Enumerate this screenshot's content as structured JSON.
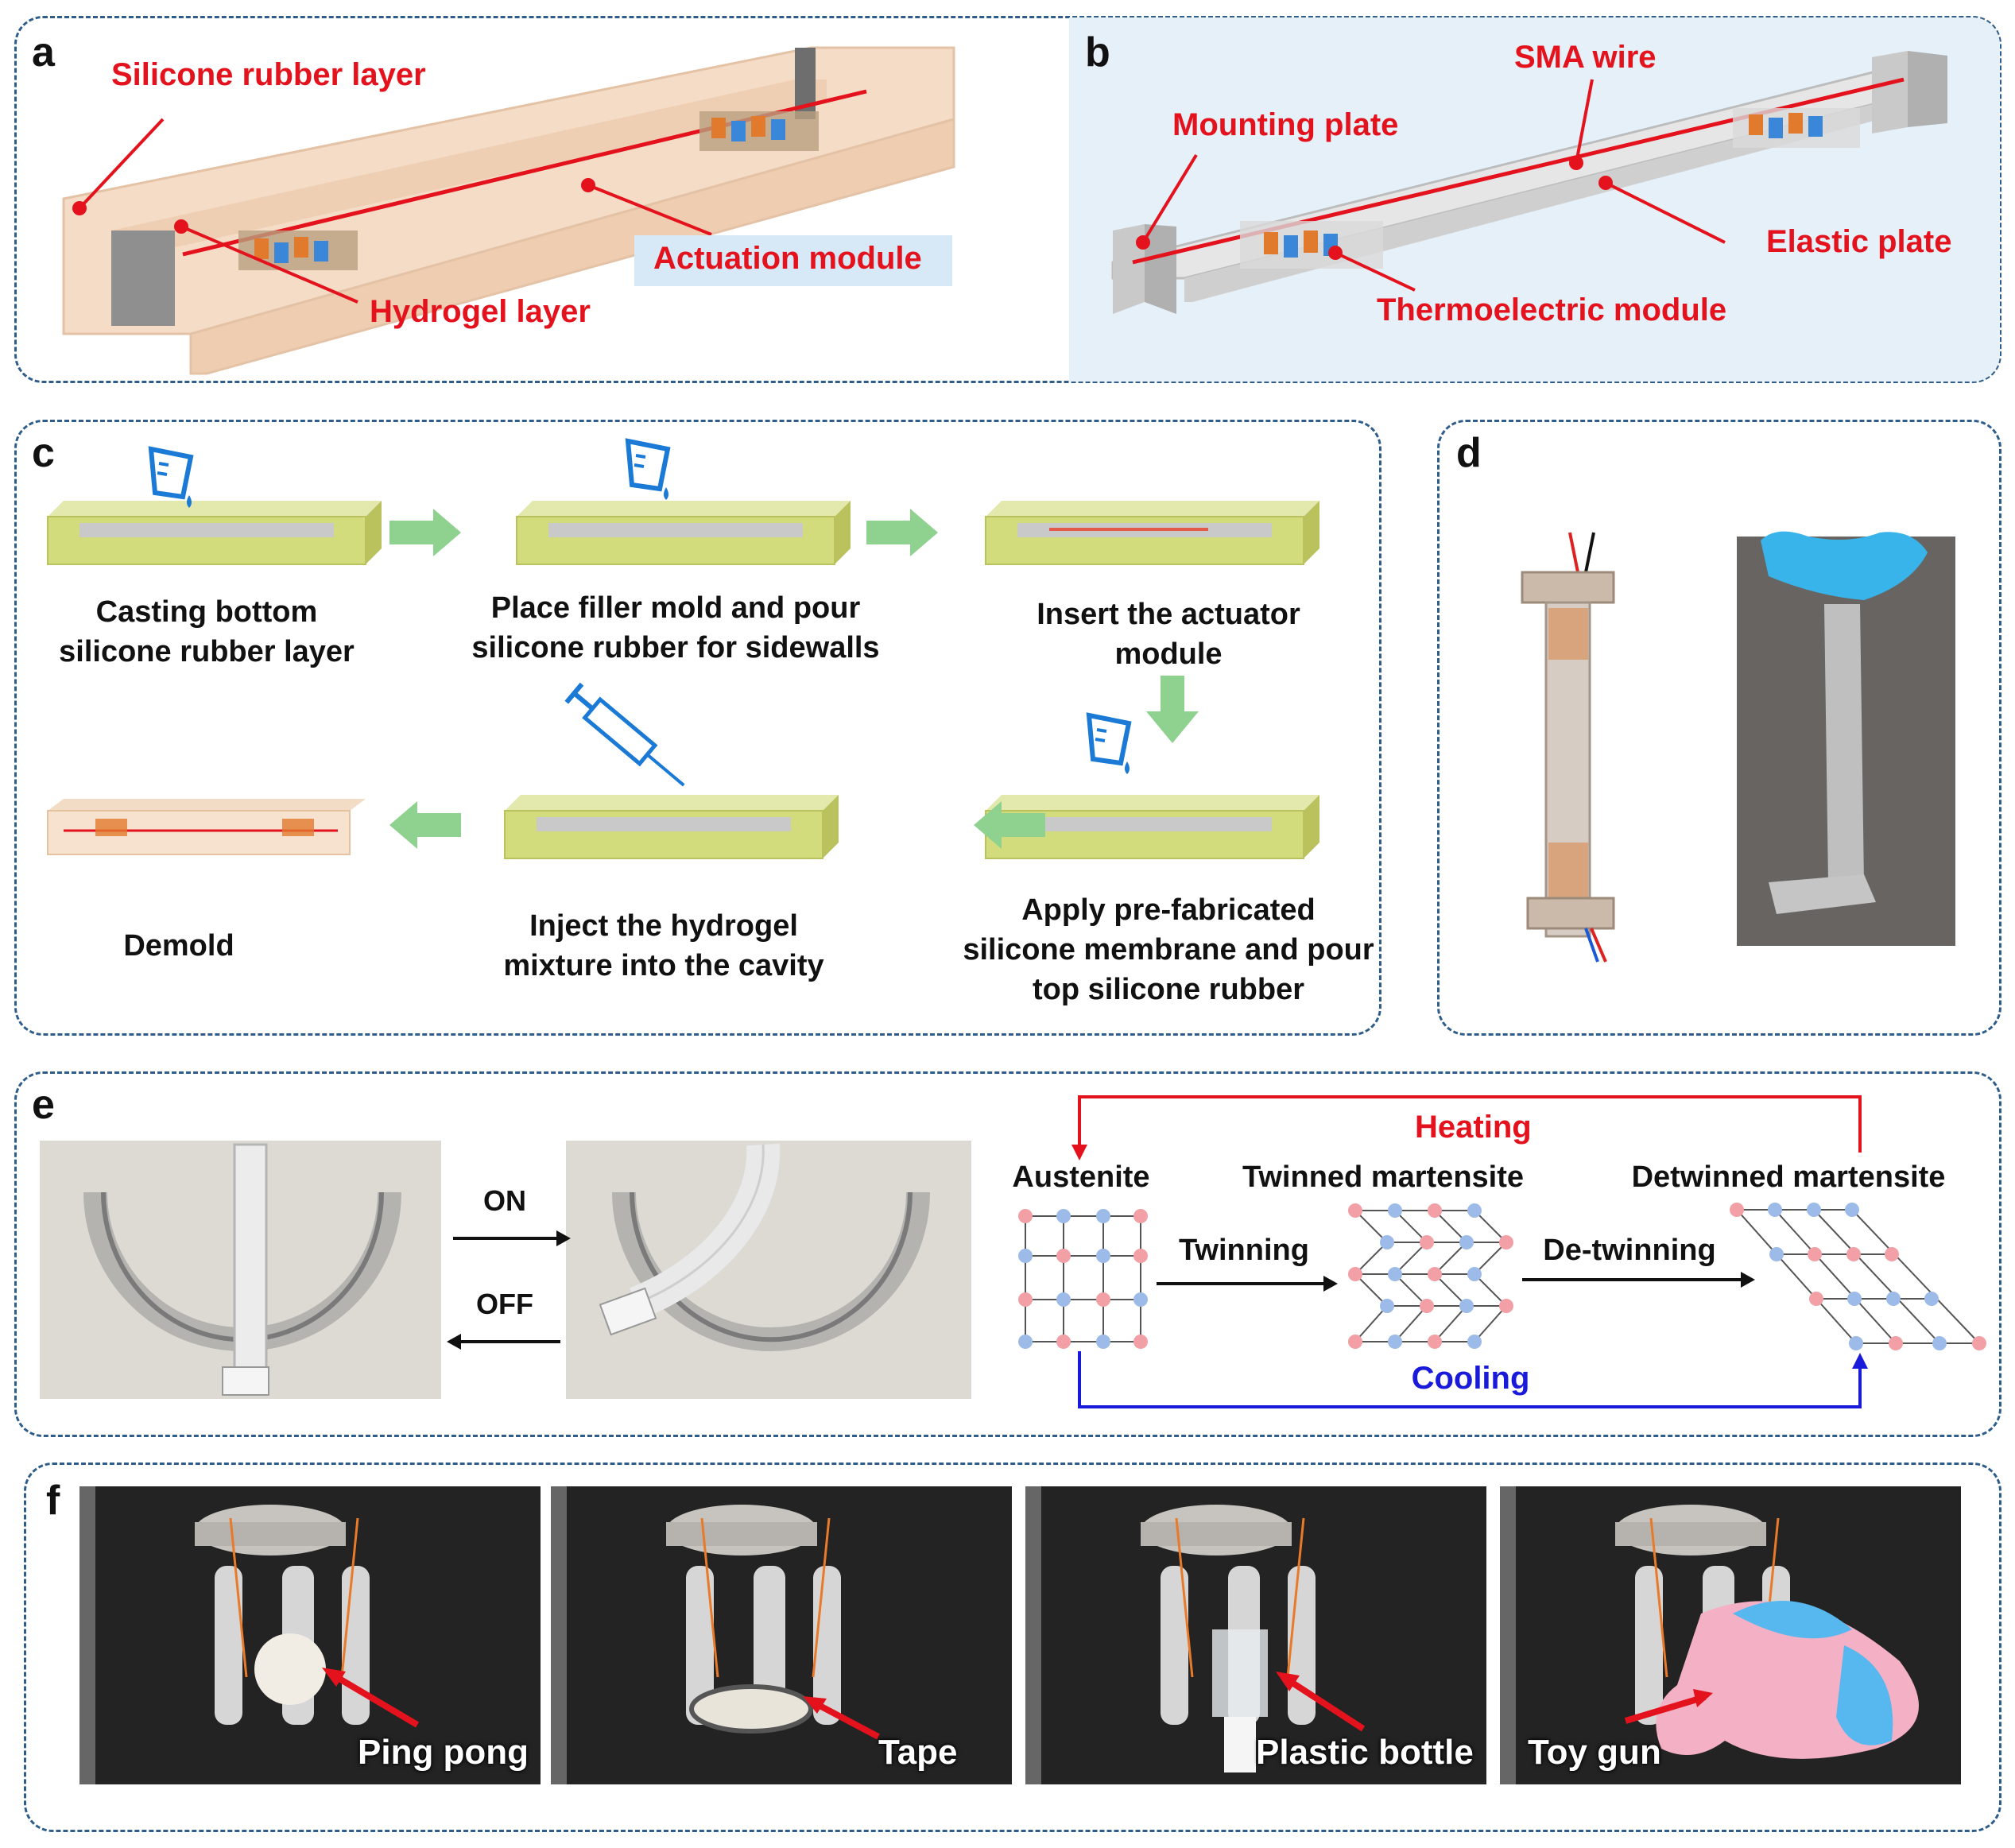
{
  "panels": {
    "a": {
      "label": "a",
      "callouts": [
        "Silicone rubber layer",
        "Hydrogel layer",
        "Actuation module"
      ]
    },
    "b": {
      "label": "b",
      "callouts": [
        "SMA wire",
        "Mounting plate",
        "Elastic plate",
        "Thermoelectric module"
      ]
    },
    "c": {
      "label": "c",
      "steps": [
        "Casting bottom silicone rubber layer",
        "Place filler mold and pour silicone rubber for sidewalls",
        "Insert the actuator module",
        "Apply pre-fabricated silicone membrane and pour top silicone rubber",
        "Inject the hydrogel mixture into the cavity",
        "Demold"
      ]
    },
    "d": {
      "label": "d"
    },
    "e": {
      "label": "e",
      "switch_on": "ON",
      "switch_off": "OFF",
      "heating": "Heating",
      "cooling": "Cooling",
      "phases": [
        "Austenite",
        "Twinned martensite",
        "Detwinned martensite"
      ],
      "transitions": [
        "Twinning",
        "De-twinning"
      ]
    },
    "f": {
      "label": "f",
      "captions": [
        "Ping pong",
        "Tape",
        "Plastic bottle",
        "Toy gun"
      ]
    }
  },
  "colors": {
    "panel_border": "#2f5d8a",
    "callout_red": "#e3121c",
    "heating_line": "#e3121c",
    "cooling_line": "#1a1adb",
    "atom_pink": "#f2a0a6",
    "atom_blue": "#9dbbe8",
    "mold_green": "#d3dc7d",
    "arrow_green": "#8fd18f"
  }
}
